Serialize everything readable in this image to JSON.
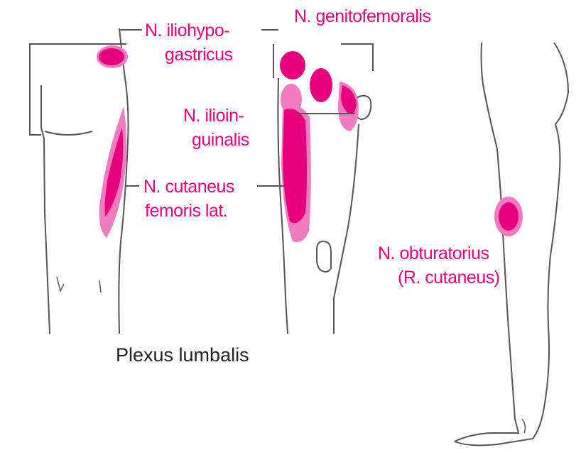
{
  "colors": {
    "accent": "#e6007e",
    "accent_light": "#f07cc0",
    "outline": "#555555",
    "caption_text": "#222222"
  },
  "labels": {
    "iliohypogastricus_line1": "N. iliohypo-",
    "iliohypogastricus_line2": "gastricus",
    "genitofemoralis": "N. genitofemoralis",
    "ilioinguinalis_line1": "N. ilioin-",
    "ilioinguinalis_line2": "guinalis",
    "cutaneus_femoris_line1": "N. cutaneus",
    "cutaneus_femoris_line2": "femoris lat.",
    "obturatorius_line1": "N. obturatorius",
    "obturatorius_line2": "(R. cutaneus)"
  },
  "caption": "Plexus lumbalis"
}
